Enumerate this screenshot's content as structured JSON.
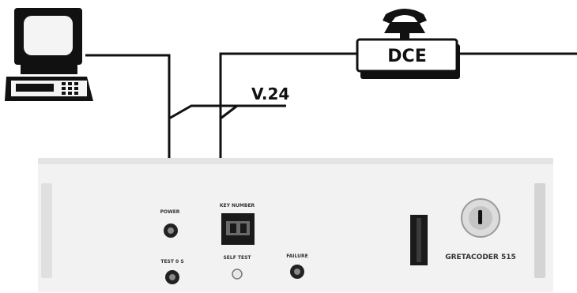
{
  "labels": {
    "modem": "DCE",
    "interface": "V.24",
    "device_name": "GRETACODER 515"
  },
  "panel": {
    "power": "POWER",
    "key_number": "KEY NUMBER",
    "test": "TEST 0 S",
    "self_test": "SELF TEST",
    "failure": "FAILURE"
  },
  "colors": {
    "ink": "#111111",
    "panel": "#f2f2f2",
    "panel_shadow": "#cfcfcf"
  }
}
